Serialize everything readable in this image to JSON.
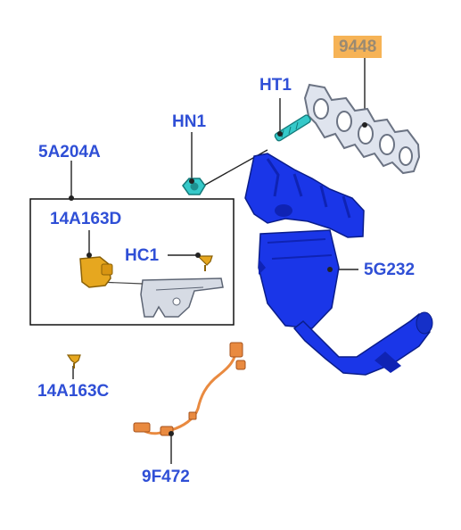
{
  "colors": {
    "callout_text": "#2f4fd6",
    "highlight_bg": "#f6b356",
    "highlight_text": "#9a8a72",
    "manifold_body": "#1a36e8",
    "manifold_shade": "#0f23b4",
    "gasket_fill": "#dfe4ee",
    "gasket_stroke": "#6b7383",
    "bracket_fill": "#d6dbe4",
    "sensor_fill": "#e6a71f",
    "cyan_part": "#35c9c9",
    "sensor_wire": "#e98a40",
    "leader_line": "#222222"
  },
  "callouts": {
    "part_9448": "9448",
    "part_ht1": "HT1",
    "part_hn1": "HN1",
    "part_5a204a": "5A204A",
    "part_14a163d": "14A163D",
    "part_hc1": "HC1",
    "part_5g232": "5G232",
    "part_14a163c": "14A163C",
    "part_9f472": "9F472"
  },
  "icons": {
    "gasket": "exhaust-manifold-gasket-icon",
    "stud": "stud-icon",
    "nut": "nut-icon",
    "manifold": "exhaust-manifold-catalytic-converter-icon",
    "bracket": "bracket-icon",
    "sensor": "sensor-icon",
    "clip": "clip-icon",
    "oxygen_sensor": "oxygen-sensor-icon"
  }
}
